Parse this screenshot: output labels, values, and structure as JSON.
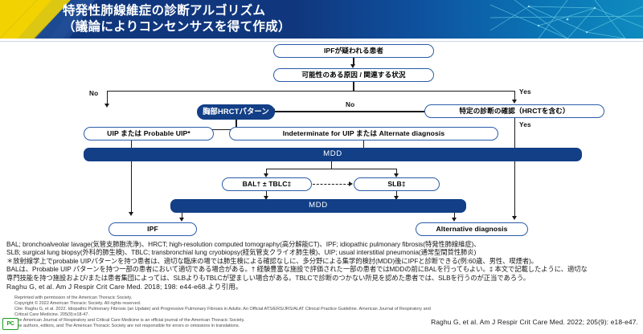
{
  "header": {
    "title": "特発性肺線維症の診断アルゴリズム\n（議論によりコンセンサスを得て作成）",
    "bg_left": "#10377e",
    "bg_right": "#0f8bbf",
    "accent_yellow": "#f2d200"
  },
  "flowchart": {
    "nodes": {
      "suspected": "IPFが疑われる患者",
      "causes": "可能性のある原因 / 関連する状況",
      "hrct_pattern": "胸部HRCTパターン",
      "specific_dx": "特定の診断の確認（HRCTを含む）",
      "uip_probable": "UIP または Probable UIP*",
      "indeterminate": "Indeterminate for UIP または Alternate diagnosis",
      "mdd1": "MDD",
      "bal_tblc": "BAL† ± TBLC‡",
      "slb": "SLB‡",
      "mdd2": "MDD",
      "ipf": "IPF",
      "alternative": "Alternative diagnosis"
    },
    "edge_labels": {
      "no_left": "No",
      "no_mid": "No",
      "yes_top": "Yes",
      "yes_side": "Yes"
    },
    "colors": {
      "box_border": "#2a5caa",
      "box_fill": "#ffffff",
      "filled_bg": "#123f86",
      "filled_text": "#ffffff",
      "connector": "#1a1a1a"
    }
  },
  "notes": {
    "abbreviations": "BAL; bronchoalveolar lavage(気管支肺胞洗浄)、HRCT; high-resolution computed tomography(高分解能CT)、IPF; idiopathic pulmonary fibrosis(特発性肺線維症)、\nSLB; surgical lung biopsy(外科的肺生検)、TBLC; transbronchial lung cryobiopsy(経気管支クライオ肺生検)、UIP; usual interstitial pneumonia(通常型間質性肺炎)\n＊放射線学上でprobable UIPパターンを持つ患者は、適切な臨床の場では肺生検による確認なしに、多分野による集学的検討(MDD)後にIPFと診断できる(例:60歳、男性、喫煙者)。\nBALは、Probable UIP パターンを持つ一部の患者において適切である場合がある。† 経験豊富な施設で評価された一部の患者ではMDDの前にBALを行ってもよい。‡ 本文で記載したように、適切な\n専門技能を持つ施設および/または患者集団によっては、SLBよりもTBLCが望ましい場合がある。TBLCで診断のつかない所見を認めた患者では、SLBを行うのが正当であろう。"
  },
  "citation_main": "Raghu G, et al. Am J Respir Crit Care Med. 2018; 198: e44-e68.より引用。",
  "reprint": "Reprinted with permission of the American Thoracic Society.\nCopyright © 2022 American Thoracic Society. All rights reserved.\nCite: Raghu G, et al. 2022. Idiopathic Pulmonary Fibrosis (an Update) and Progressive Pulmonary Fibrosis in Adults: An Official ATS/ERS/JRS/ALAT Clinical Practice Guideline. American Journal of Respiratory and\nCritical Care Medicine. 205(9):e18-47.\nThe American Journal of Respiratory and Critical Care Medicine is an official journal of the American Thoracic Society.\nThe authors, editors, and The American Thoracic Society are not responsible for errors or omissions in translations.",
  "pc_badge": "PC",
  "bottom_citation": "Raghu G, et al. Am J Respir Crit Care Med. 2022; 205(9): e18-e47."
}
